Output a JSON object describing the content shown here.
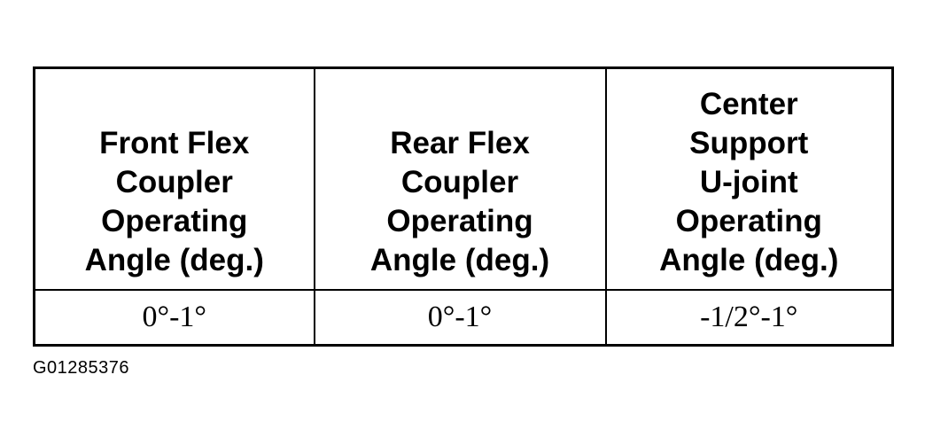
{
  "table": {
    "headers": [
      "Front Flex\nCoupler\nOperating\nAngle (deg.)",
      "Rear Flex\nCoupler\nOperating\nAngle (deg.)",
      "Center\nSupport\nU-joint\nOperating\nAngle (deg.)"
    ],
    "rows": [
      [
        "0°-1°",
        "0°-1°",
        "-1/2°-1°"
      ]
    ]
  },
  "figure_id": "G01285376"
}
